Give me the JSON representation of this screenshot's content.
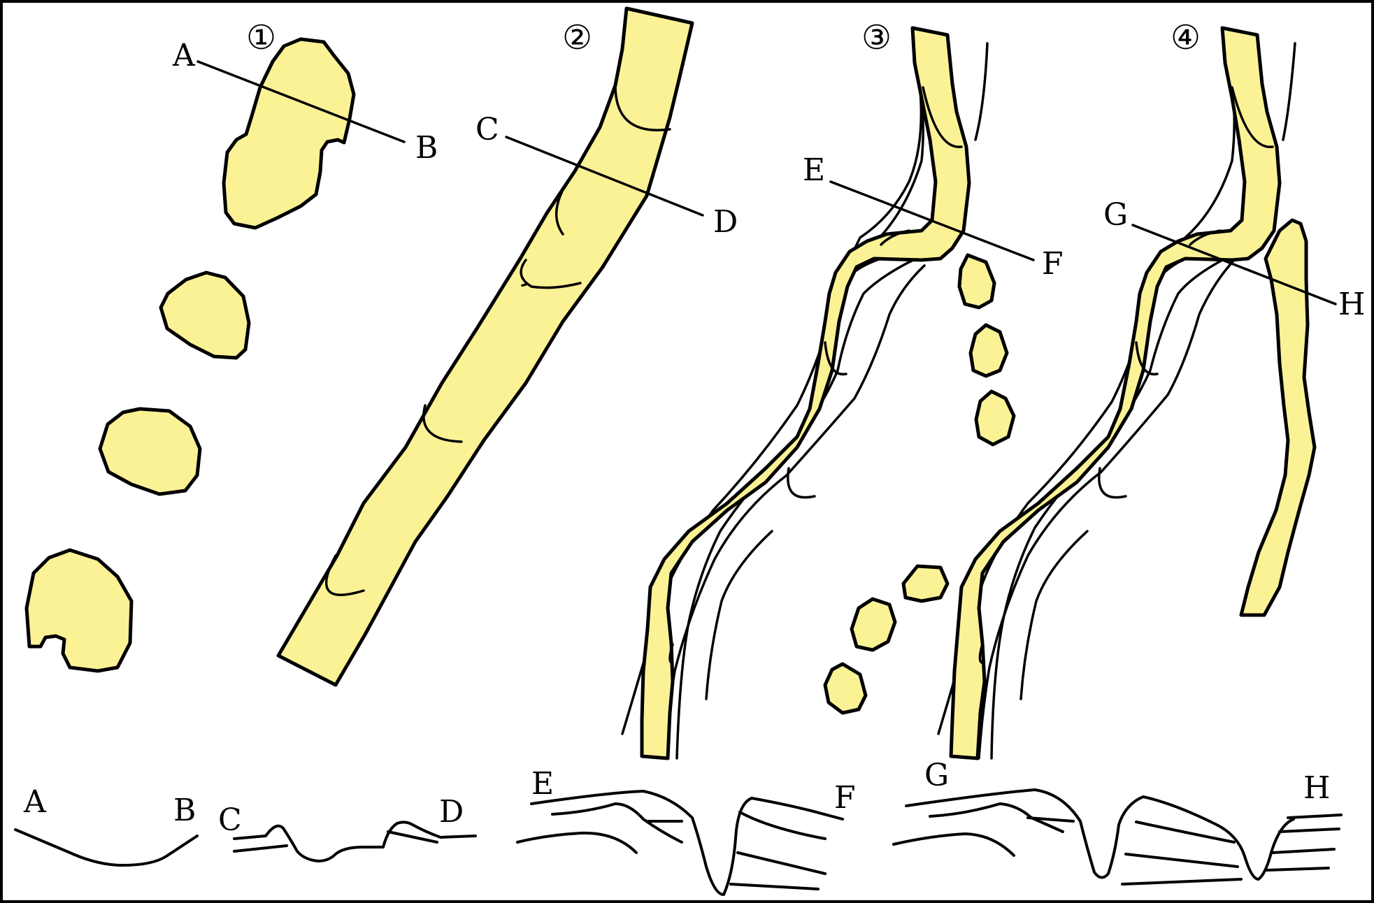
{
  "colors": {
    "fill": "#fbf296",
    "stroke": "#000000",
    "background": "#ffffff"
  },
  "panels": [
    "①",
    "②",
    "③",
    "④"
  ],
  "section_lines": {
    "ab": {
      "start": "A",
      "end": "B"
    },
    "cd": {
      "start": "C",
      "end": "D"
    },
    "ef": {
      "start": "E",
      "end": "F"
    },
    "gh": {
      "start": "G",
      "end": "H"
    }
  },
  "profiles": {
    "ab": {
      "left": "A",
      "right": "B"
    },
    "cd": {
      "left": "C",
      "right": "D"
    },
    "ef": {
      "left": "E",
      "right": "F"
    },
    "gh": {
      "left": "G",
      "right": "H"
    }
  }
}
